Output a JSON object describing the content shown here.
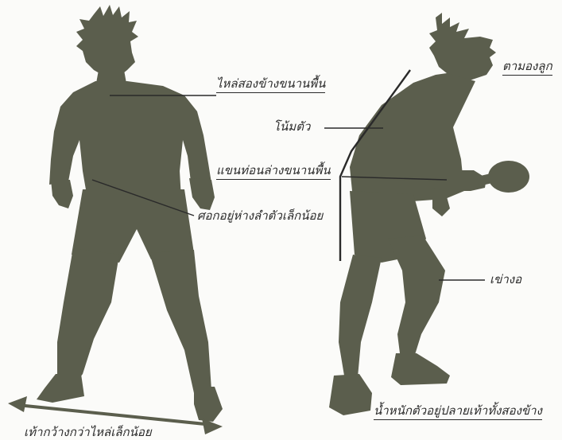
{
  "labels": {
    "shoulders_level": "ไหล่สองข้างขนานพื้น",
    "lean_forward": "โน้มตัว",
    "forearm_parallel": "แขนท่อนล่างขนานพื้น",
    "elbows_off_body": "ศอกอยู่ห่างลำตัวเล็กน้อย",
    "eyes_on_ball": "ตามองลูก",
    "knees_bent": "เข่างอ",
    "weight_on_balls": "น้ำหนักตัวอยู่ปลายเท้าทั้งสองข้าง",
    "feet_wider": "เท้ากว้างกว่าไหล่เล็กน้อย"
  },
  "colors": {
    "silhouette": "#5b5e4d",
    "text": "#2a2a2a",
    "background": "#fbfbf9"
  }
}
